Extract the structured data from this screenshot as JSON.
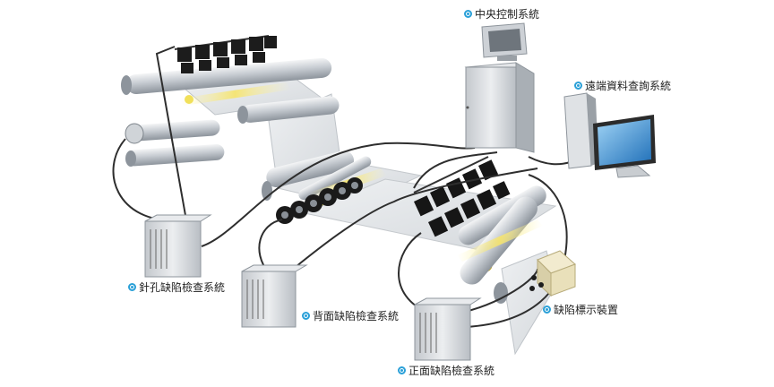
{
  "labels": {
    "central_control": "中央控制系統",
    "remote_query": "遠端資料查詢系統",
    "pinhole_inspection": "針孔缺陷檢查系統",
    "back_inspection": "背面缺陷檢查系統",
    "front_inspection": "正面缺陷檢查系統",
    "defect_marker": "缺陷標示裝置"
  },
  "icons": {
    "label_bullet": "circle-dot-icon"
  },
  "colors": {
    "accent": "#2aa0d8",
    "cable": "#333333",
    "roller": "#c9ced4",
    "web": "#e6e8eb",
    "highlight": "#f3e27a",
    "cabinet": "#d6d9dd",
    "monitor_screen": "#2a8fd4"
  }
}
